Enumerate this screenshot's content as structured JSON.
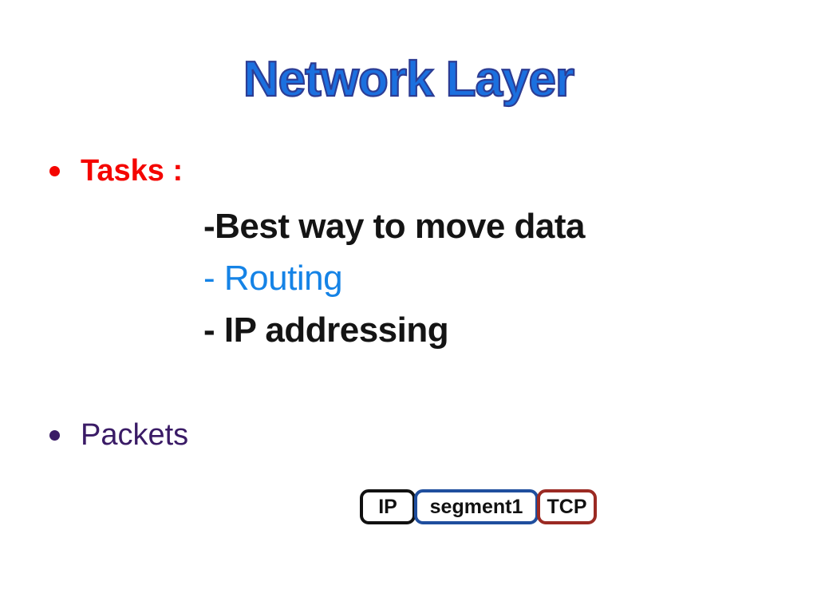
{
  "slide": {
    "title": "Network Layer",
    "title_color": "#1b70df",
    "title_outline_color": "#2d3d94",
    "background": "#ffffff",
    "tasks": {
      "label": "Tasks :",
      "color": "#f40500",
      "items": [
        {
          "text": "-Best way to move data",
          "color": "#141414"
        },
        {
          "text": "- Routing",
          "color": "#1583e6"
        },
        {
          "text": "- IP addressing",
          "color": "#141414"
        }
      ]
    },
    "packets": {
      "label": "Packets",
      "color": "#3a1b66",
      "boxes": [
        {
          "label": "IP",
          "border_color": "#111111"
        },
        {
          "label": "segment1",
          "border_color": "#1f4e9e"
        },
        {
          "label": "TCP",
          "border_color": "#9b2a23"
        }
      ]
    }
  }
}
